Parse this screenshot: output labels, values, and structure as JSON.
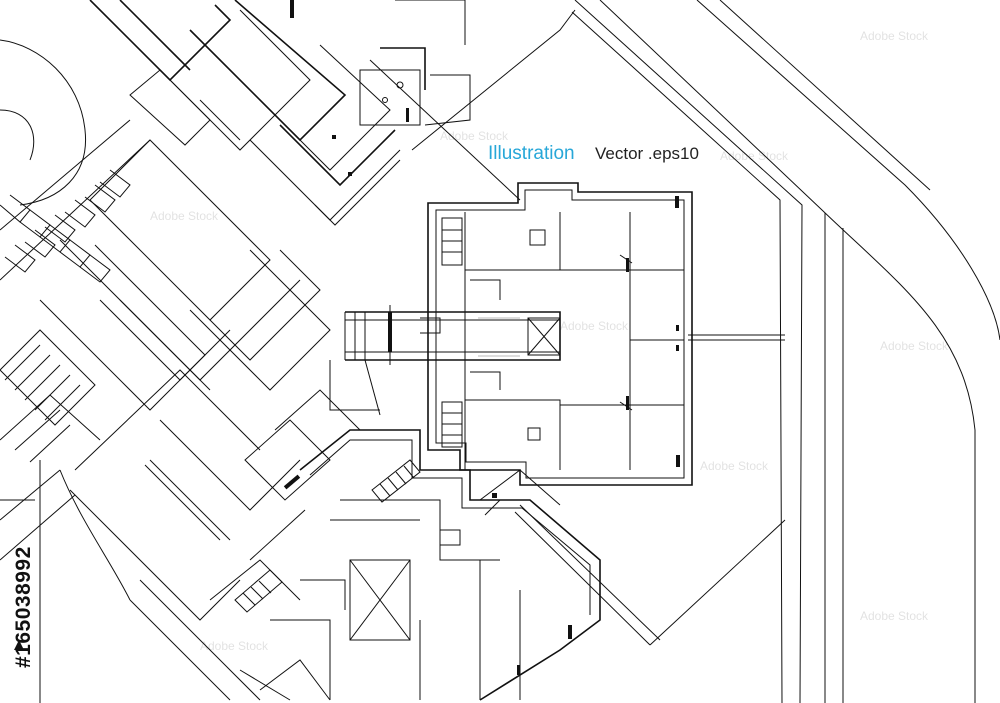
{
  "caption": {
    "accent_word": "Illustration",
    "rest_text": "Vector .eps10",
    "accent_color": "#27a7d8",
    "text_color": "#222222"
  },
  "watermark": {
    "id_text": "#165038992",
    "logo": "adobe-stock-icon"
  },
  "drawing": {
    "subject": "architectural site plan",
    "line_color": "#111111"
  }
}
